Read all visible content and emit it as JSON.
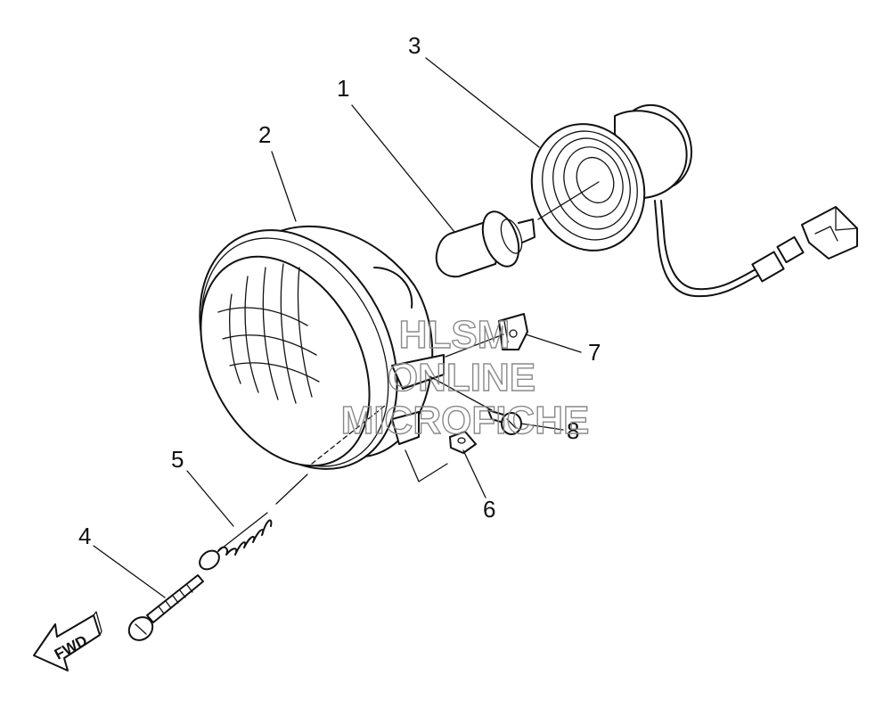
{
  "diagram": {
    "callouts": [
      {
        "id": "1",
        "label": "1"
      },
      {
        "id": "2",
        "label": "2"
      },
      {
        "id": "3",
        "label": "3"
      },
      {
        "id": "4",
        "label": "4"
      },
      {
        "id": "5",
        "label": "5"
      },
      {
        "id": "6",
        "label": "6"
      },
      {
        "id": "7",
        "label": "7"
      },
      {
        "id": "8",
        "label": "8"
      }
    ],
    "direction_arrow": {
      "label": "FWD",
      "icon": "fwd-arrow-icon"
    },
    "watermark": {
      "lines": [
        "HLSM",
        "ONLINE",
        "MICROFICHE"
      ]
    },
    "colors": {
      "line": "#111111",
      "watermark": "#8a8a8a",
      "background": "#ffffff"
    }
  }
}
